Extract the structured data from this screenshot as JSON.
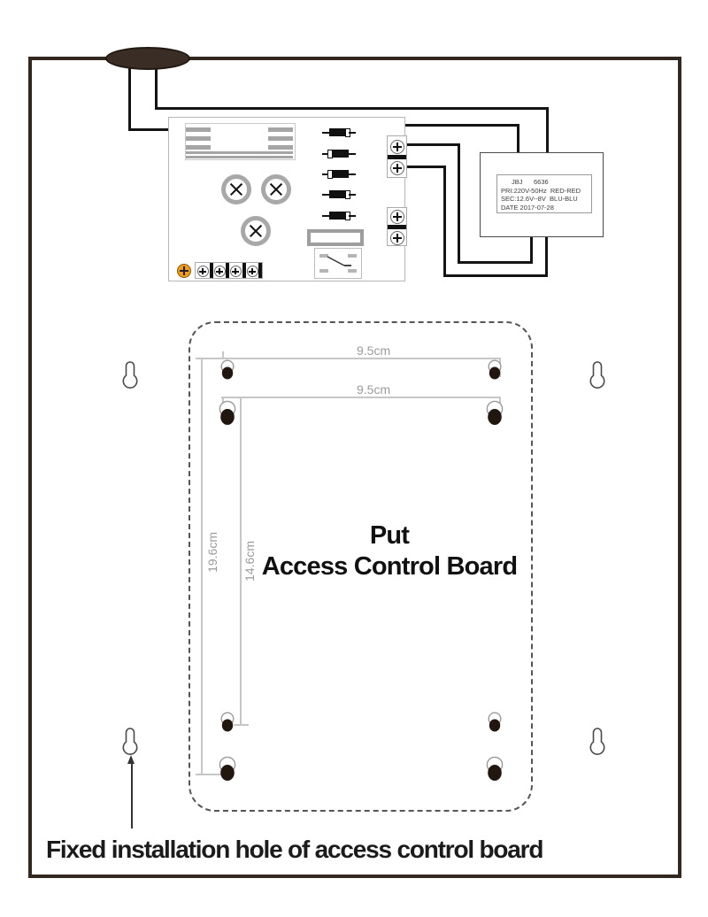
{
  "texts": {
    "put_line1": "Put",
    "put_line2": "Access Control Board",
    "caption": "Fixed installation hole of access control board",
    "dim_h1": "9.5cm",
    "dim_h2": "9.5cm",
    "dim_v1": "19.6cm",
    "dim_v2": "14.6cm"
  },
  "transformer_label": {
    "model": "JBJ      6636",
    "pri": "PRI:220V-50Hz  RED-RED",
    "sec": "SEC:12.6V--8V  BLU-BLU",
    "date": "DATE 2017-07-28"
  },
  "colors": {
    "enclosure_border": "#33281f",
    "wire": "#141414",
    "gland": "#3a2d26",
    "dashed_outline": "#555555",
    "dimension_line": "#c6c6c6",
    "dimension_text": "#9b9b9b",
    "screw_accent": "#f29c1e",
    "hole_dark": "#221710",
    "component_gray": "#a8a8a8"
  }
}
